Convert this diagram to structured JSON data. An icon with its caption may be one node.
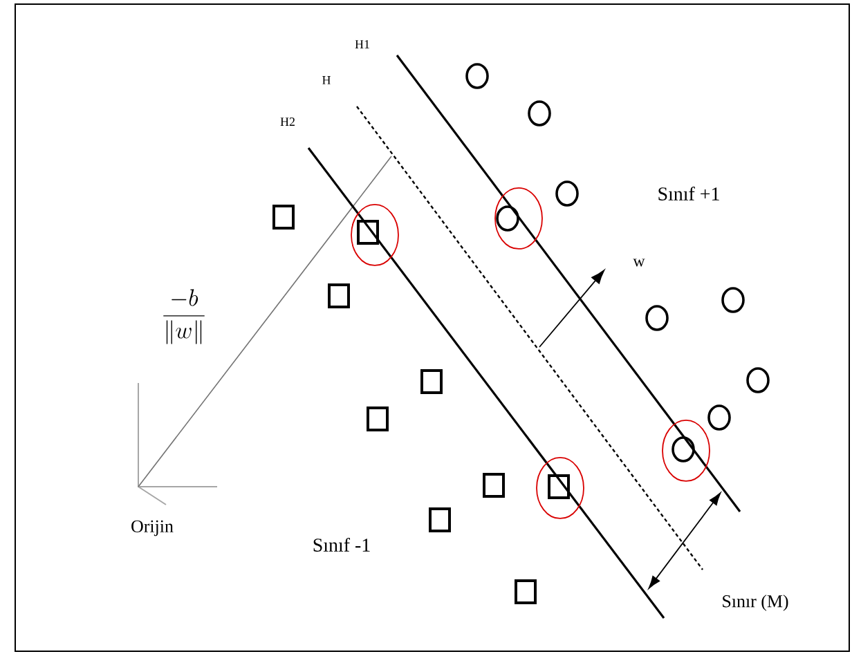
{
  "diagram": {
    "labels": [
      "H1",
      "H",
      "H2",
      "Sınıf +1",
      "w",
      "\\frac{-b}{\\left\\| w \\right\\|}",
      "Orijin",
      "Sınıf -1",
      "Sınır (M)"
    ]
  }
}
